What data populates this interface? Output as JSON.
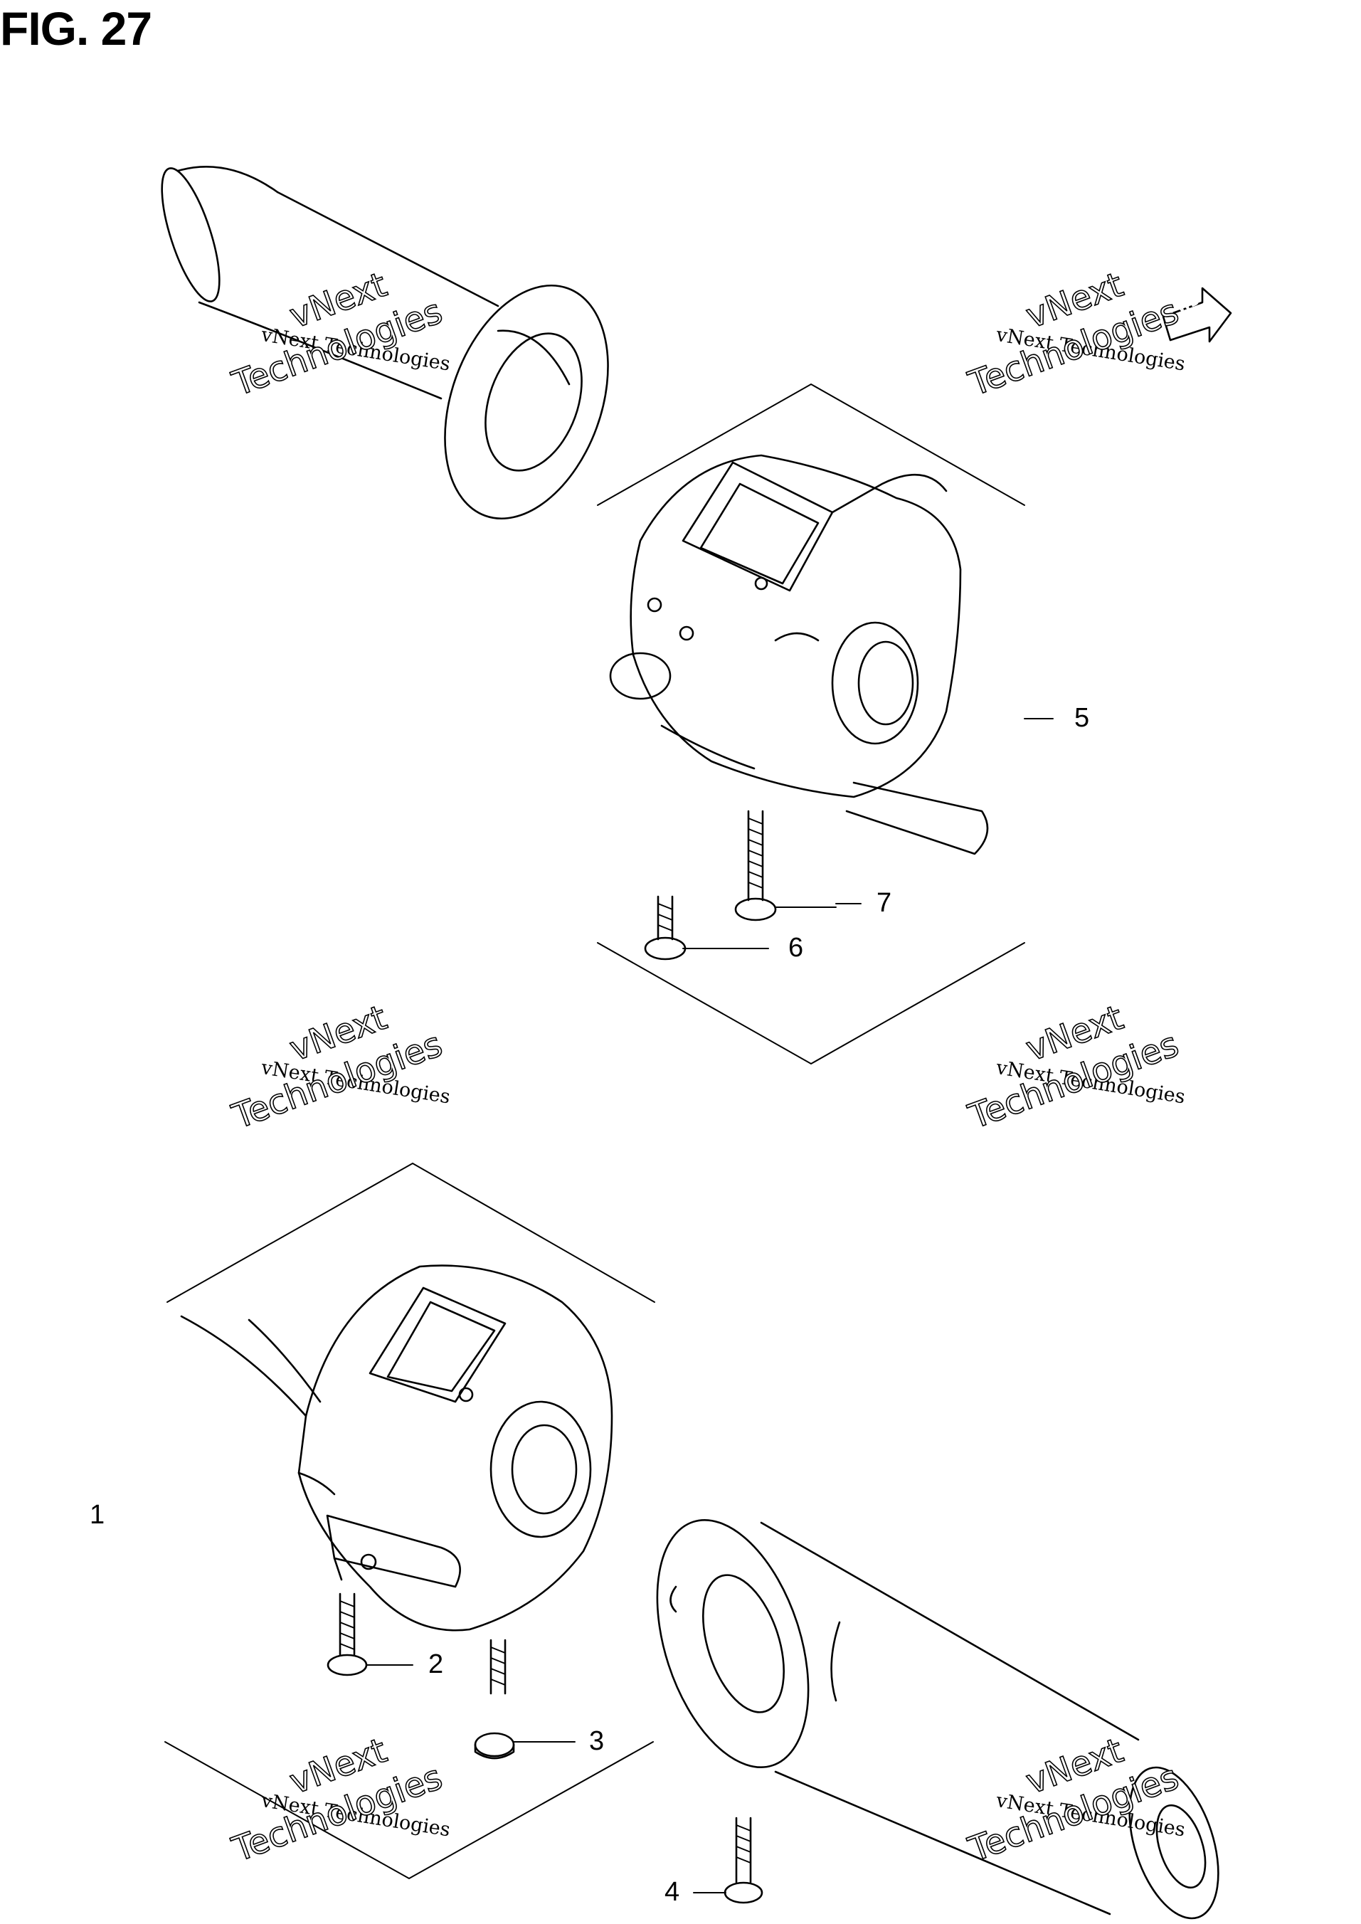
{
  "figure": {
    "title": "FIG. 27"
  },
  "callouts": [
    {
      "id": "1",
      "label": "1"
    },
    {
      "id": "2",
      "label": "2"
    },
    {
      "id": "3",
      "label": "3"
    },
    {
      "id": "4",
      "label": "4"
    },
    {
      "id": "5",
      "label": "5"
    },
    {
      "id": "6",
      "label": "6"
    },
    {
      "id": "7",
      "label": "7"
    }
  ],
  "fwd_arrow": {
    "label": "FWD"
  },
  "watermark": {
    "line1": "vNext Technologies",
    "line2": "vNext",
    "line3": "Technologies"
  }
}
